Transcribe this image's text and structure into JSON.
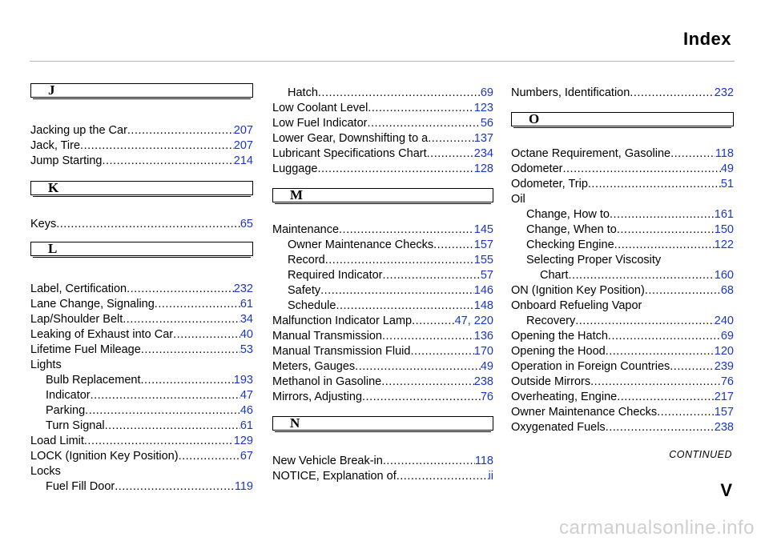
{
  "header": {
    "title": "Index"
  },
  "col1": {
    "j_letter": "J",
    "j_entries": [
      {
        "term": "Jacking up the Car",
        "page": "207"
      },
      {
        "term": "Jack, Tire",
        "page": "207"
      },
      {
        "term": "Jump Starting",
        "page": "214"
      }
    ],
    "k_letter": "K",
    "k_entries": [
      {
        "term": "Keys",
        "page": "65"
      }
    ],
    "l_letter": "L",
    "l_entries": [
      {
        "term": "Label, Certification",
        "page": "232"
      },
      {
        "term": "Lane Change, Signaling",
        "page": "61"
      },
      {
        "term": "Lap/Shoulder Belt",
        "page": "34"
      },
      {
        "term": "Leaking of Exhaust into Car",
        "page": "40"
      },
      {
        "term": "Lifetime Fuel Mileage",
        "page": "53"
      },
      {
        "term": "Lights",
        "page": ""
      },
      {
        "term": "Bulb Replacement",
        "page": "193"
      },
      {
        "term": "Indicator",
        "page": "47"
      },
      {
        "term": "Parking",
        "page": "46"
      },
      {
        "term": "Turn Signal",
        "page": "61"
      },
      {
        "term": "Load Limit",
        "page": "129"
      },
      {
        "term": "LOCK (Ignition Key Position)",
        "page": "67"
      },
      {
        "term": "Locks",
        "page": ""
      },
      {
        "term": "Fuel Fill Door",
        "page": "119"
      }
    ]
  },
  "col2": {
    "l_cont": [
      {
        "term": "Hatch",
        "page": "69"
      },
      {
        "term": "Low Coolant Level",
        "page": "123"
      },
      {
        "term": "Low Fuel Indicator",
        "page": "56"
      },
      {
        "term": "Lower Gear, Downshifting to a",
        "page": "137"
      },
      {
        "term": "Lubricant Specifications Chart",
        "page": "234"
      },
      {
        "term": "Luggage",
        "page": "128"
      }
    ],
    "m_letter": "M",
    "m_entries": [
      {
        "term": "Maintenance",
        "page": "145"
      },
      {
        "term": "Owner Maintenance Checks",
        "page": "157"
      },
      {
        "term": "Record",
        "page": "155"
      },
      {
        "term": "Required Indicator",
        "page": "57"
      },
      {
        "term": "Safety",
        "page": "146"
      },
      {
        "term": "Schedule",
        "page": "148"
      },
      {
        "term": "Malfunction Indicator Lamp",
        "page": "47, 220"
      },
      {
        "term": "Manual Transmission",
        "page": "136"
      },
      {
        "term": "Manual Transmission Fluid",
        "page": "170"
      },
      {
        "term": "Meters, Gauges",
        "page": "49"
      },
      {
        "term": "Methanol in Gasoline",
        "page": "238"
      },
      {
        "term": "Mirrors, Adjusting",
        "page": "76"
      }
    ],
    "n_letter": "N",
    "n_entries": [
      {
        "term": "New Vehicle Break-in",
        "page": "118"
      },
      {
        "term": "NOTICE, Explanation of",
        "page": "ii"
      }
    ]
  },
  "col3": {
    "n_cont": [
      {
        "term": "Numbers, Identification",
        "page": "232"
      }
    ],
    "o_letter": "O",
    "o_entries": [
      {
        "term": "Octane Requirement, Gasoline",
        "page": "118"
      },
      {
        "term": "Odometer",
        "page": "49"
      },
      {
        "term": "Odometer, Trip",
        "page": "51"
      },
      {
        "term": "Oil",
        "page": ""
      },
      {
        "term": "Change, How to",
        "page": "161"
      },
      {
        "term": "Change, When to",
        "page": "150"
      },
      {
        "term": "Checking Engine",
        "page": "122"
      },
      {
        "term": "Selecting Proper Viscosity",
        "page": ""
      },
      {
        "term": "Chart",
        "page": "160"
      },
      {
        "term": "ON (Ignition Key Position)",
        "page": "68"
      },
      {
        "term": "Onboard Refueling Vapor",
        "page": ""
      },
      {
        "term": "Recovery",
        "page": "240"
      },
      {
        "term": "Opening the Hatch",
        "page": "69"
      },
      {
        "term": "Opening the Hood",
        "page": "120"
      },
      {
        "term": "Operation in Foreign Countries",
        "page": "239"
      },
      {
        "term": "Outside Mirrors",
        "page": "76"
      },
      {
        "term": "Overheating, Engine",
        "page": "217"
      },
      {
        "term": "Owner Maintenance Checks",
        "page": "157"
      },
      {
        "term": "Oxygenated Fuels",
        "page": "238"
      }
    ]
  },
  "footer": {
    "continued": "CONTINUED",
    "page_letter": "V",
    "watermark": "carmanualsonline.info"
  },
  "colors": {
    "page_link": "#1a35c8",
    "rule": "#b5b5b5"
  }
}
